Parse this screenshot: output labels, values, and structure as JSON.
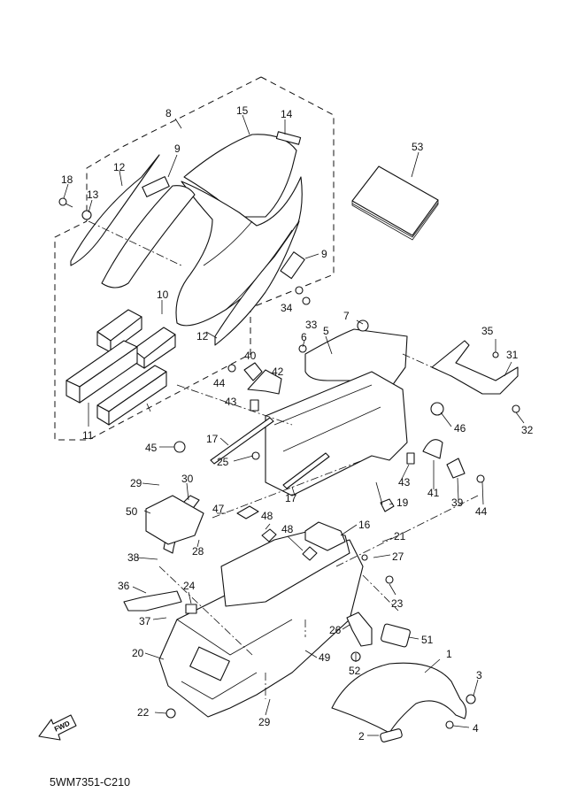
{
  "diagram": {
    "reference_code": "5WM7351-C210",
    "direction_badge": "FWD",
    "callouts": [
      "1",
      "2",
      "3",
      "4",
      "5",
      "6",
      "7",
      "8",
      "9",
      "9",
      "10",
      "11",
      "12",
      "12",
      "13",
      "14",
      "15",
      "16",
      "17",
      "17",
      "18",
      "19",
      "20",
      "21",
      "22",
      "23",
      "24",
      "25",
      "26",
      "27",
      "28",
      "29",
      "29",
      "30",
      "31",
      "32",
      "33",
      "34",
      "35",
      "36",
      "37",
      "38",
      "39",
      "40",
      "41",
      "42",
      "43",
      "43",
      "44",
      "44",
      "45",
      "46",
      "47",
      "48",
      "48",
      "49",
      "50",
      "51",
      "52",
      "53"
    ]
  }
}
